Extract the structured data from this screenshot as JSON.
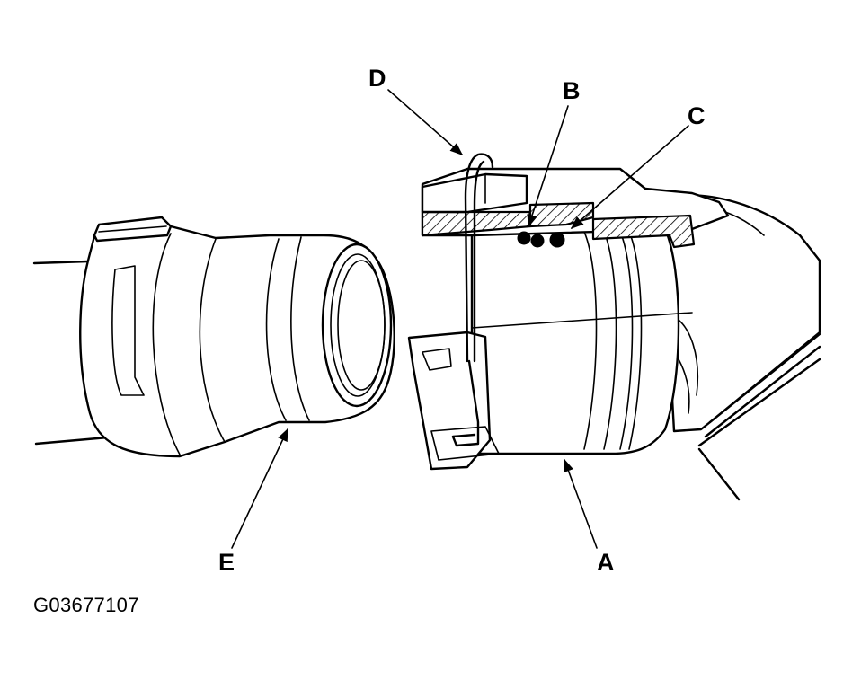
{
  "labels": {
    "a": "A",
    "b": "B",
    "c": "C",
    "d": "D",
    "e": "E"
  },
  "figure_id": "G03677107",
  "colors": {
    "line": "#000000",
    "background": "#ffffff"
  }
}
